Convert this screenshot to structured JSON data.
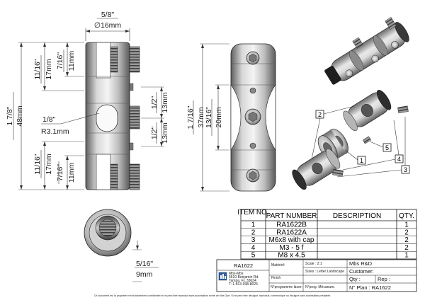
{
  "dimensions": {
    "top_width_in": "5/8\"",
    "top_width_mm": "∅16mm",
    "upper_a_in": "11/16\"",
    "upper_a_mm": "17mm",
    "upper_b_in": "7/16\"",
    "upper_b_mm": "11mm",
    "total_in": "1 7/8\"",
    "total_mm": "48mm",
    "slot_radius_in": "1/8\"",
    "slot_radius_mm": "R3.1mm",
    "lower_a_in": "11/16\"",
    "lower_a_mm": "17mm",
    "lower_b_in": "7/16\"",
    "lower_b_mm": "11mm",
    "half_top_in": "1/2\"",
    "half_top_mm": "13mm",
    "half_bottom_in": "1/2\"",
    "half_bottom_mm": "13mm",
    "front_total_in": "1 7/16\"",
    "front_total_mm": "37mm",
    "front_inner_in": "13/16\"",
    "front_inner_mm": "20mm",
    "bottom_in": "5/16\"",
    "bottom_mm": "9mm"
  },
  "balloons": [
    "2",
    "5",
    "4",
    "1",
    "3"
  ],
  "bom": {
    "headers": [
      "ITEM NO.",
      "PART NUMBER",
      "DESCRIPTION",
      "QTY."
    ],
    "rows": [
      {
        "item": "1",
        "part": "RA1622B",
        "desc": "",
        "qty": "1"
      },
      {
        "item": "2",
        "part": "RA1622A",
        "desc": "",
        "qty": "2"
      },
      {
        "item": "3",
        "part": "M6x8 with cap",
        "desc": "",
        "qty": "2"
      },
      {
        "item": "4",
        "part": "M3 - 5 f",
        "desc": "",
        "qty": "2"
      },
      {
        "item": "5",
        "part": "M8 x 4.5",
        "desc": "",
        "qty": "1"
      }
    ]
  },
  "title_block": {
    "title": "RA1622",
    "address_line1": "Mbs-Mbs",
    "address_line2": "5610 Benjamin Rd.",
    "address_line3": "Tampa, FL 33634",
    "address_line4": "T: 1-813-938-8025",
    "material_label": "Matériel:",
    "finish_label": "Finish",
    "program_label": "N°programme laser:",
    "scale": "Scale : 2:1",
    "sheet_size": "Sizes : Letter Landscape",
    "drawn_by": "Mbs R&D",
    "customer_label": "Customer:",
    "qty_label": "Qty :",
    "rep_label": "Rep :",
    "prog_mecanum": "N°prog. Mécanum.",
    "plan_no": "N° Plan : RA1622",
    "footer": "Ce document est la propriété et est strictement confidentiel et ne peut être reproduit sans autorisation écrite de Mbs Gpe. Si ne peut être divulgué, reproduit, communiqué ou divulgué sans autorisation préalable."
  },
  "colors": {
    "metal_light": "#e6e6e6",
    "metal_mid": "#a9a9a9",
    "metal_dark": "#5a5a5a",
    "outline": "#222222"
  }
}
